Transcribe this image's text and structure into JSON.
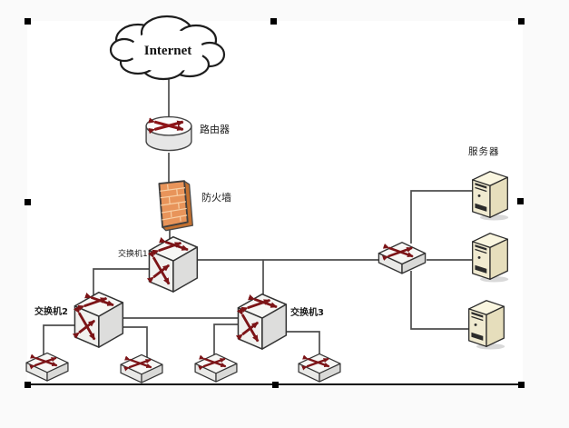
{
  "diagram": {
    "type": "network-topology",
    "labels": {
      "internet": "Internet",
      "router": "路由器",
      "firewall": "防火墙",
      "switch1": "交换机1",
      "switch2": "交换机2",
      "switch3": "交换机3",
      "servers": "服务器"
    },
    "icons": [
      "cloud-icon",
      "router-icon",
      "firewall-icon",
      "switch-cube-icon",
      "workgroup-switch-icon",
      "server-tower-icon"
    ],
    "colors": {
      "arrow_red": "#7c1417",
      "firewall_orange": "#e8945a",
      "firewall_side": "#c4702f",
      "server_beige": "#f0ead0",
      "connector_gray": "#4d4d4d",
      "outline_dark": "#333333",
      "selection_handle": "#000000",
      "canvas_white": "#ffffff"
    },
    "selection": {
      "selected": true,
      "handles": [
        "top-left",
        "top-middle",
        "top-right",
        "middle-left",
        "middle-right",
        "bottom-left",
        "bottom-middle",
        "bottom-right"
      ]
    }
  }
}
